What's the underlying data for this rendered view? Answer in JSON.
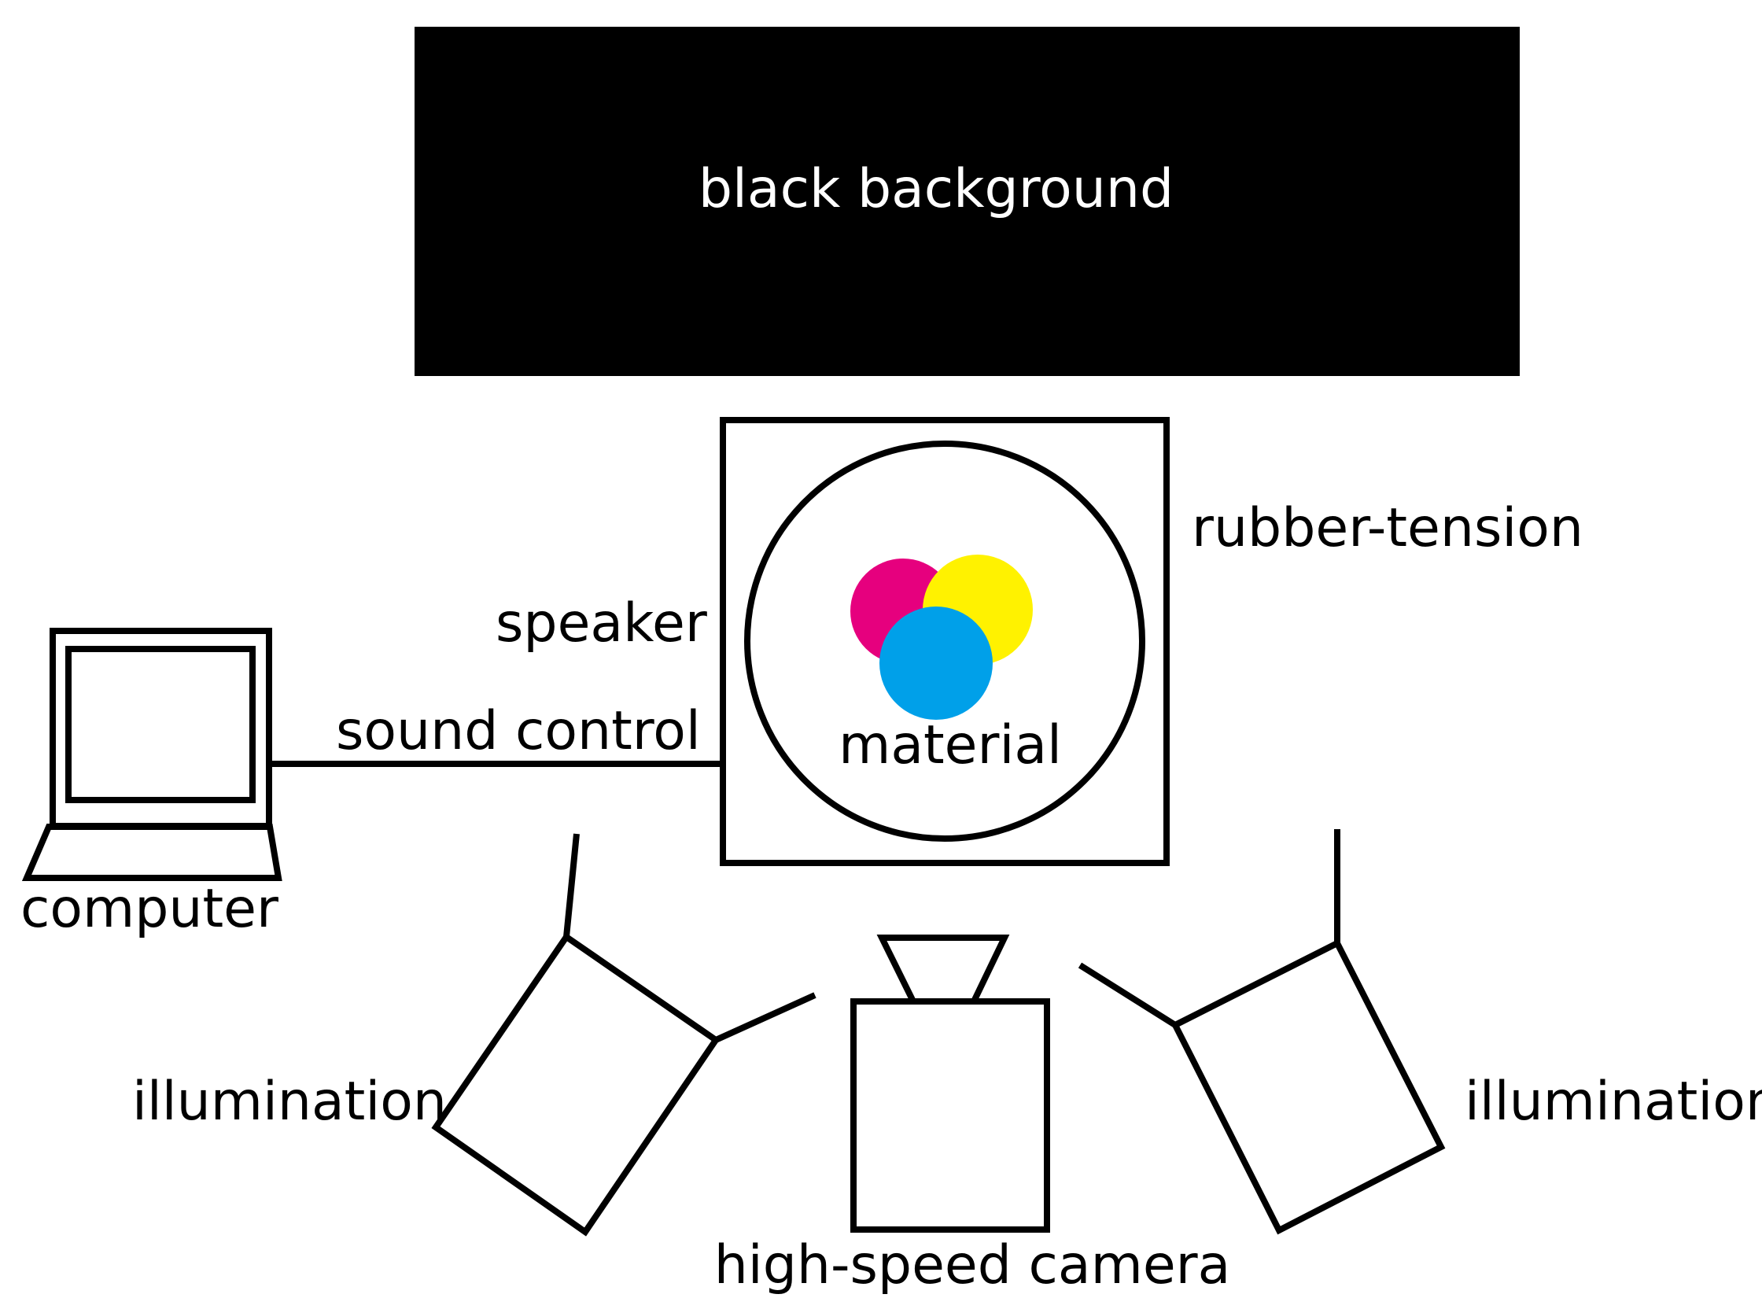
{
  "labels": {
    "background": "black background",
    "rubber_tension": "rubber-tension",
    "speaker": "speaker",
    "sound_control": "sound control",
    "material": "material",
    "computer": "computer",
    "illumination_left": "illumination",
    "illumination_right": "illumination",
    "camera": "high-speed camera"
  },
  "colors": {
    "background_panel": "#000000",
    "material_magenta": "#E6007E",
    "material_yellow": "#FFF200",
    "material_cyan": "#00A0E9",
    "line": "#000000"
  },
  "icons": {
    "computer": "laptop-icon",
    "camera": "camera-icon",
    "illumination": "lamp-icon",
    "speaker": "speaker-box"
  }
}
